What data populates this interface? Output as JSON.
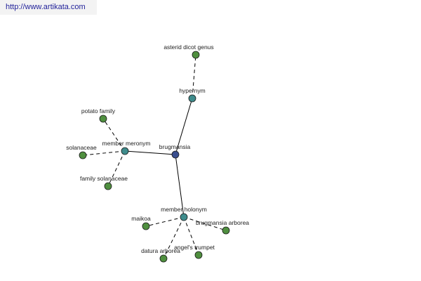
{
  "site_url": "http://www.artikata.com",
  "colors": {
    "center_node": "#3a4f8f",
    "relation_node": "#3f8c8c",
    "leaf_node": "#4f8f3f",
    "node_stroke": "#1a1a1a",
    "edge": "#000000",
    "url_text": "#1f1f99"
  },
  "nodes": [
    {
      "id": "brugmansia",
      "label": "brugmansia",
      "kind": "center"
    },
    {
      "id": "hypernym",
      "label": "hypernym",
      "kind": "relation"
    },
    {
      "id": "asterid",
      "label": "asterid dicot genus",
      "kind": "leaf"
    },
    {
      "id": "member_meronym",
      "label": "member meronym",
      "kind": "relation"
    },
    {
      "id": "potato_family",
      "label": "potato family",
      "kind": "leaf"
    },
    {
      "id": "solanaceae",
      "label": "solanaceae",
      "kind": "leaf"
    },
    {
      "id": "family_solanaceae",
      "label": "family solanaceae",
      "kind": "leaf"
    },
    {
      "id": "member_holonym",
      "label": "member holonym",
      "kind": "relation"
    },
    {
      "id": "maikoa",
      "label": "maikoa",
      "kind": "leaf"
    },
    {
      "id": "brugmansia_arborea",
      "label": "brugmansia arborea",
      "kind": "leaf"
    },
    {
      "id": "datura_arborea",
      "label": "datura arborea",
      "kind": "leaf"
    },
    {
      "id": "angels_trumpet",
      "label": "angel's trumpet",
      "kind": "leaf"
    }
  ],
  "edges": [
    {
      "from": "brugmansia",
      "to": "hypernym",
      "style": "solid"
    },
    {
      "from": "brugmansia",
      "to": "member_meronym",
      "style": "solid"
    },
    {
      "from": "brugmansia",
      "to": "member_holonym",
      "style": "solid"
    },
    {
      "from": "hypernym",
      "to": "asterid",
      "style": "dashed"
    },
    {
      "from": "member_meronym",
      "to": "potato_family",
      "style": "dashed"
    },
    {
      "from": "member_meronym",
      "to": "solanaceae",
      "style": "dashed"
    },
    {
      "from": "member_meronym",
      "to": "family_solanaceae",
      "style": "dashed"
    },
    {
      "from": "member_holonym",
      "to": "maikoa",
      "style": "dashed"
    },
    {
      "from": "member_holonym",
      "to": "brugmansia_arborea",
      "style": "dashed"
    },
    {
      "from": "member_holonym",
      "to": "datura_arborea",
      "style": "dashed"
    },
    {
      "from": "member_holonym",
      "to": "angels_trumpet",
      "style": "dashed"
    }
  ]
}
